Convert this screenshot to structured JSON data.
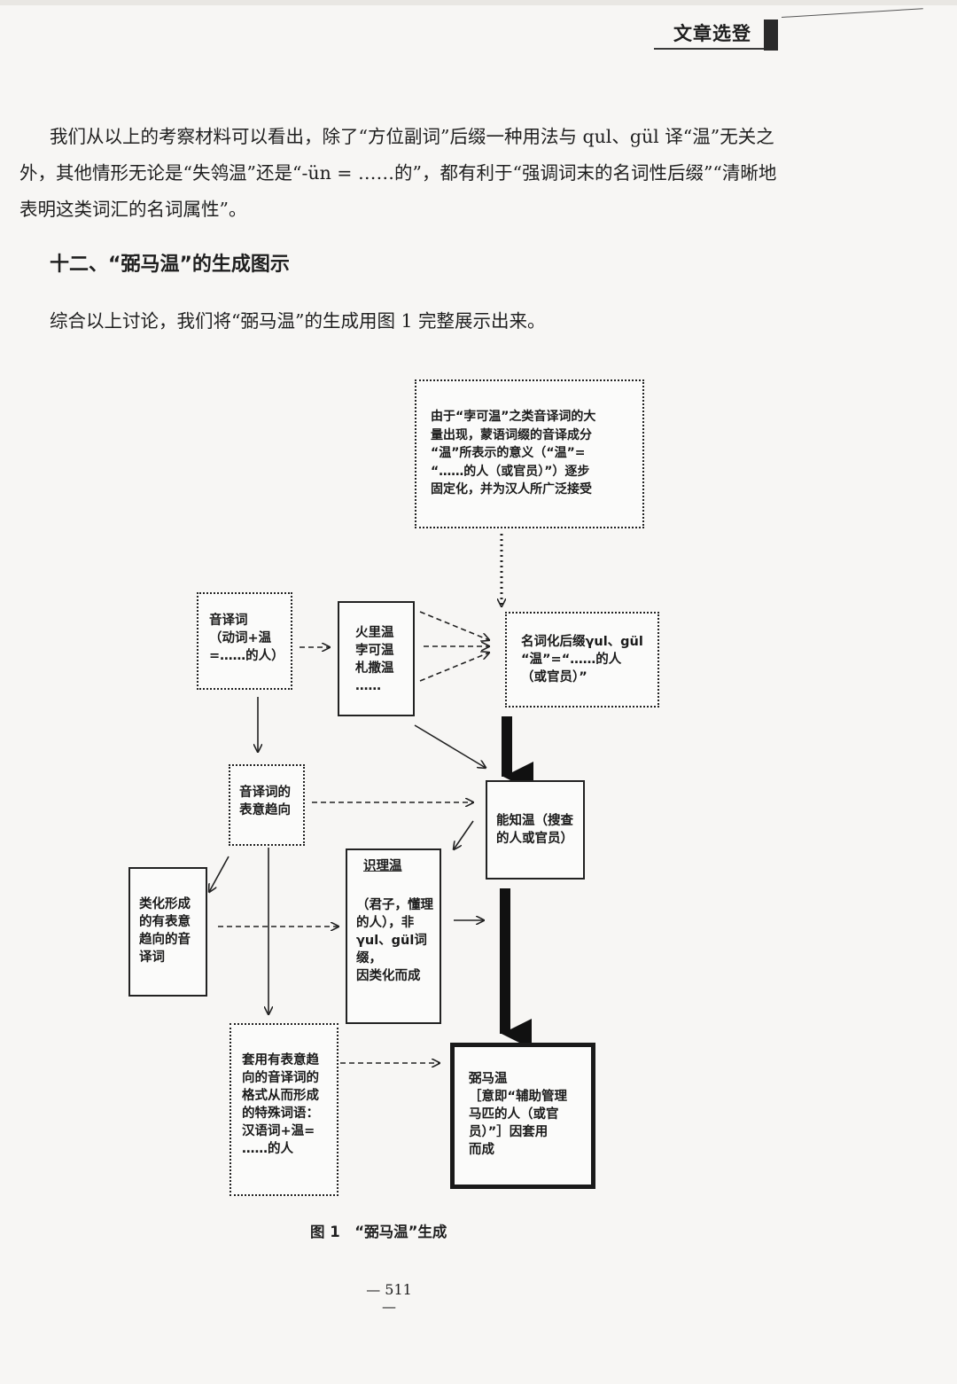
{
  "header": {
    "section_label": "文章选登"
  },
  "body": {
    "paragraph": "我们从以上的考察材料可以看出，除了“方位副词”后缀一种用法与 qul、gül 译“温”无关之外，其他情形无论是“失鸰温”还是“-ün = ……的”，都有利于“强调词末的名词性后缀”“清晰地表明这类词汇的名词属性”。",
    "section_heading": "十二、“弼马温”的生成图示",
    "lead": "综合以上讨论，我们将“弼马温”的生成用图 1 完整展示出来。"
  },
  "diagram": {
    "box_top": "由于“孛可温”之类音译词的大\n量出现，蒙语词缀的音译成分\n“温”所表示的意义（“温”=\n“……的人（或官员）”）逐步\n固定化，并为汉人所广泛接受",
    "box_translit": "音译词\n（动词+温\n=……的人）",
    "box_examples": "火里温\n孛可温\n札撒温\n……",
    "box_suffix": "名词化后缀γul、gül\n“温”=“……的人\n（或官员）”",
    "box_trend": "音译词的\n表意趋向",
    "box_nengzhi": "能知温（搜查\n的人或官员）",
    "box_analog": "类化形成\n的有表意\n趋向的音\n译词",
    "box_shili_title": "识理温",
    "box_shili_body": "（君子，懂理\n的人），非\nγul、gül词缀，\n因类化而成",
    "box_taoyong": "套用有表意趋\n向的音译词的\n格式从而形成\n的特殊词语：\n汉语词+温=\n……的人",
    "box_bimawen": "弼马温\n［意即“辅助管理\n马匹的人（或官\n员）”］因套用\n而成",
    "caption": "图 1　“弼马温”生成"
  },
  "footer": {
    "page_number": "— 511 —"
  }
}
